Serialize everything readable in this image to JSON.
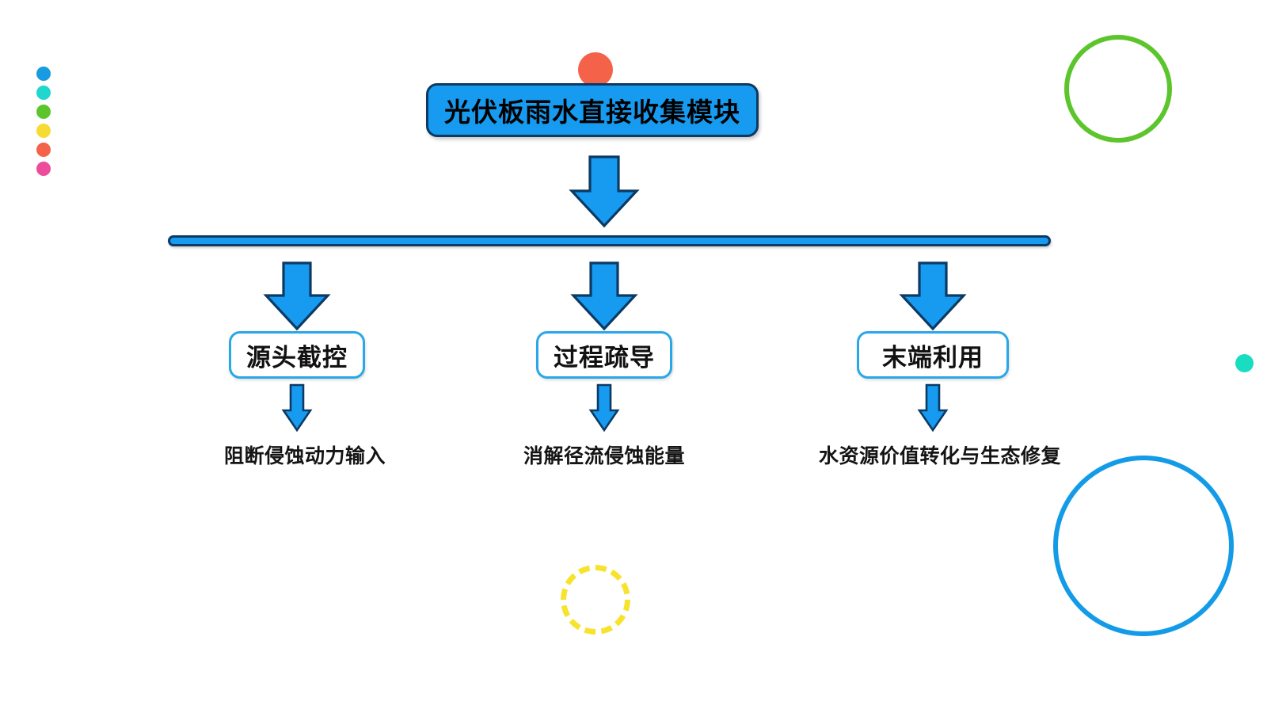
{
  "slide": {
    "background_color": "#FFFFFF",
    "title_box": {
      "label": "光伏板雨水直接收集模块",
      "fill_color": "#169BF0",
      "border_color": "#0C3A63",
      "text_color": "#000000"
    },
    "connector_bar": {
      "name": "horizontal-distribution-bar",
      "fill_color": "#169BF0",
      "border_color": "#0C3A63"
    },
    "branches": [
      {
        "id": "source",
        "box_label": "源头截控",
        "outcome_label": "阻断侵蚀动力输入",
        "border_color": "#29A7E8"
      },
      {
        "id": "process",
        "box_label": "过程疏导",
        "outcome_label": "消解径流侵蚀能量",
        "border_color": "#29A7E8"
      },
      {
        "id": "terminal",
        "box_label": "末端利用",
        "outcome_label": "水资源价值转化与生态修复",
        "border_color": "#29A7E8"
      }
    ],
    "arrows": {
      "fill_color": "#169BF0",
      "border_color": "#0C3A63",
      "direction": "down"
    },
    "decorations": {
      "dot_column": [
        {
          "name": "deco-dot-blue",
          "color": "#189BE0"
        },
        {
          "name": "deco-dot-cyan",
          "color": "#21D6CE"
        },
        {
          "name": "deco-dot-green",
          "color": "#5CC52C"
        },
        {
          "name": "deco-dot-yellow",
          "color": "#F7DB35"
        },
        {
          "name": "deco-dot-red",
          "color": "#F4624A"
        },
        {
          "name": "deco-dot-pink",
          "color": "#EC4C9B"
        }
      ],
      "ring_green": "#5CC52C",
      "ring_blue": "#139BE8",
      "ring_dashed_yellow": "#F7E32E",
      "dot_teal": "#18DDC0",
      "dot_orange": "#F4624A"
    }
  }
}
